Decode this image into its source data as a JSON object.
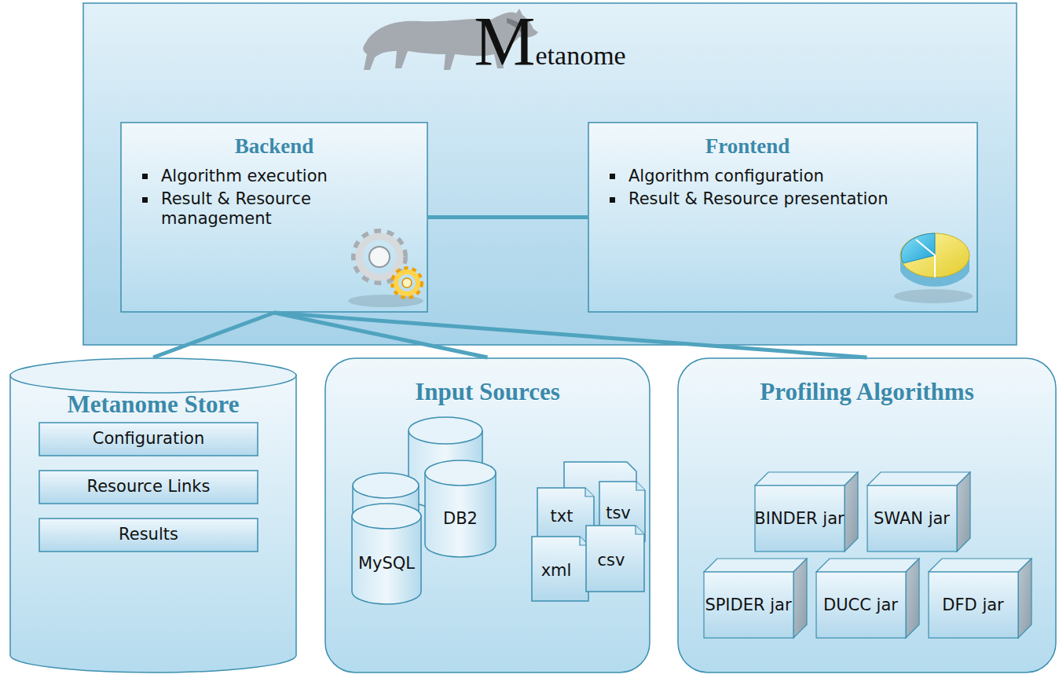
{
  "diagram": {
    "nodes": [
      {
        "text": [
          "Metanome"
        ]
      },
      {
        "text": [
          "Backend",
          "Algorithm execution",
          "Result & Resource management"
        ],
        "in": 0
      },
      {
        "text": [
          "Frontend",
          "Algorithm configuration",
          "Result & Resource presentation"
        ],
        "in": 0
      },
      {
        "text": [
          "Metanome Store"
        ]
      },
      {
        "text": [
          "Configuration"
        ],
        "in": 3
      },
      {
        "text": [
          "Resource Links"
        ],
        "in": 3
      },
      {
        "text": [
          "Results"
        ],
        "in": 3
      },
      {
        "text": [
          "Input Sources"
        ]
      },
      {
        "text": [
          "MySQL"
        ],
        "in": 7
      },
      {
        "text": [
          "DB2"
        ],
        "in": 7
      },
      {
        "text": [
          "txt"
        ],
        "in": 7
      },
      {
        "text": [
          "tsv"
        ],
        "in": 7
      },
      {
        "text": [
          "xml"
        ],
        "in": 7
      },
      {
        "text": [
          "csv"
        ],
        "in": 7
      },
      {
        "text": [
          "Profiling Algorithms"
        ]
      },
      {
        "text": [
          "BINDER jar"
        ],
        "in": 14
      },
      {
        "text": [
          "SWAN jar"
        ],
        "in": 14
      },
      {
        "text": [
          "SPIDER jar"
        ],
        "in": 14
      },
      {
        "text": [
          "DUCC jar"
        ],
        "in": 14
      },
      {
        "text": [
          "DFD jar"
        ],
        "in": 14
      }
    ],
    "edges": [
      {
        "from": 1,
        "to": 2,
        "arrow": "none"
      },
      {
        "from": 1,
        "to": 3,
        "arrow": "none"
      },
      {
        "from": 1,
        "to": 7,
        "arrow": "none"
      },
      {
        "from": 1,
        "to": 14,
        "arrow": "none"
      }
    ]
  }
}
